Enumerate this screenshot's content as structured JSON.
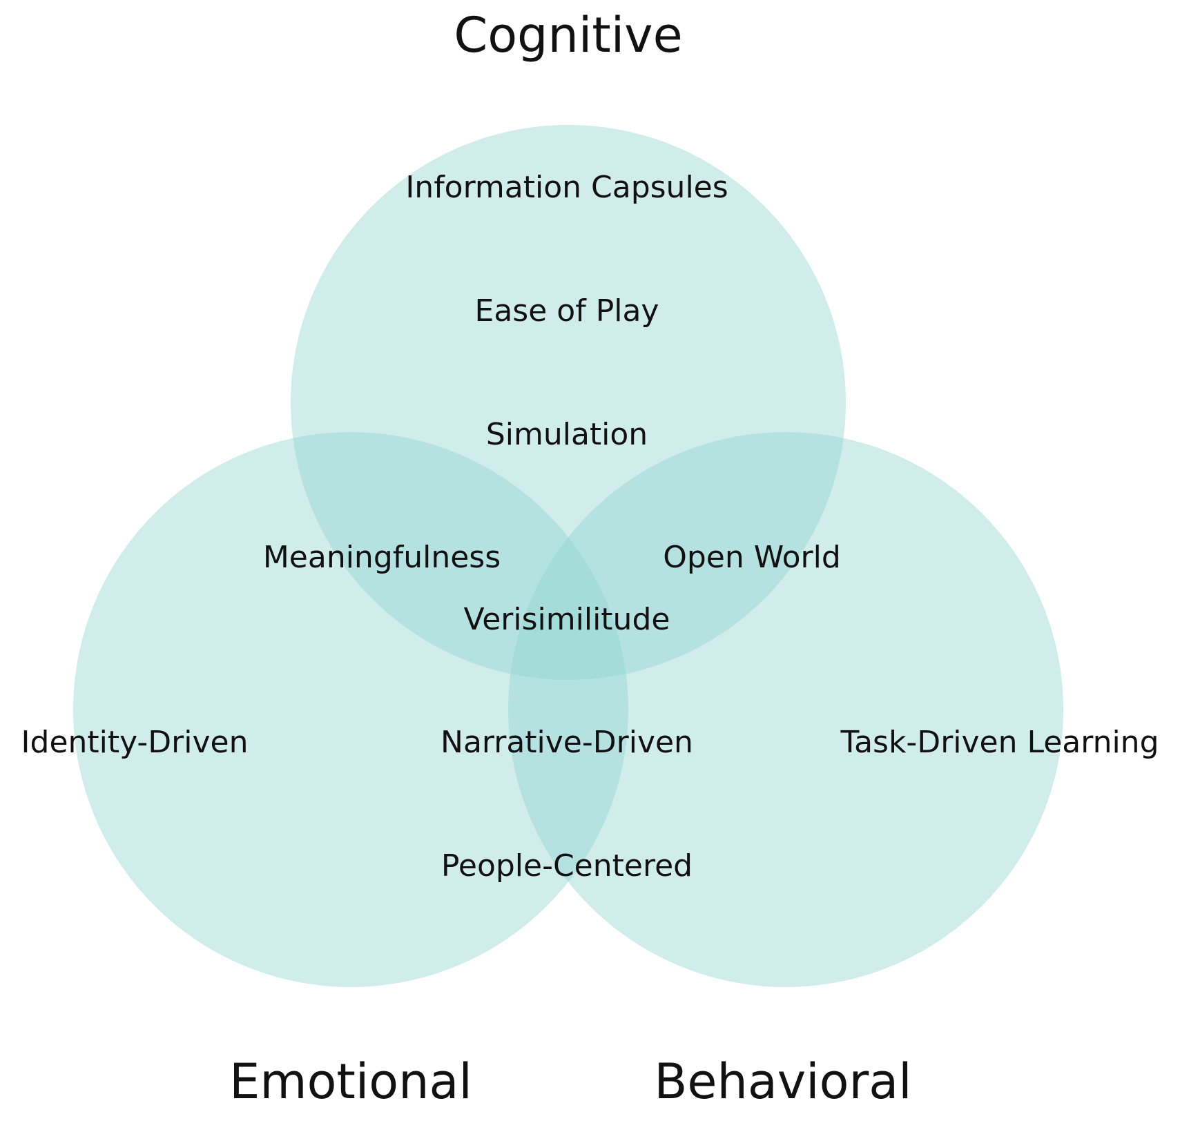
{
  "colors": {
    "circle_fill": "#8fd3d1",
    "text": "#111111",
    "background": "#ffffff"
  },
  "sets": {
    "cognitive": "Cognitive",
    "emotional": "Emotional",
    "behavioral": "Behavioral"
  },
  "items": {
    "information_capsules": "Information Capsules",
    "ease_of_play": "Ease of Play",
    "simulation": "Simulation",
    "meaningfulness": "Meaningfulness",
    "open_world": "Open World",
    "verisimilitude": "Verisimilitude",
    "identity_driven": "Identity-Driven",
    "narrative_driven": "Narrative-Driven",
    "task_driven_learning": "Task-Driven Learning",
    "people_centered": "People-Centered"
  }
}
